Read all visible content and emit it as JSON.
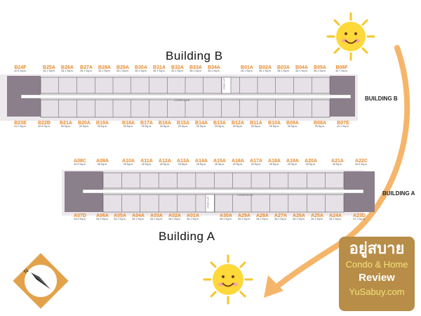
{
  "building_b": {
    "title": "Building B",
    "side_label": "BUILDING B",
    "corridor": "CORRIDOR",
    "lift": "STAIR / LIFT",
    "top_units": [
      {
        "name": "B24F",
        "size": "42.9 Sq.m."
      },
      {
        "name": "B25A",
        "size": "26.1 Sq.m."
      },
      {
        "name": "B26A",
        "size": "26.1 Sq.m."
      },
      {
        "name": "B27A",
        "size": "26.1 Sq.m."
      },
      {
        "name": "B28A",
        "size": "26.1 Sq.m."
      },
      {
        "name": "B29A",
        "size": "26.1 Sq.m."
      },
      {
        "name": "B30A",
        "size": "26.1 Sq.m."
      },
      {
        "name": "B31A",
        "size": "26.1 Sq.m."
      },
      {
        "name": "B32A",
        "size": "26.1 Sq.m."
      },
      {
        "name": "B33A",
        "size": "26.1 Sq.m."
      },
      {
        "name": "B34A",
        "size": "26.1 Sq.m."
      },
      {
        "name": "B01A",
        "size": "26.1 Sq.m."
      },
      {
        "name": "B02A",
        "size": "26.1 Sq.m."
      },
      {
        "name": "B03A",
        "size": "26.1 Sq.m."
      },
      {
        "name": "B04A",
        "size": "26.1 Sq.m."
      },
      {
        "name": "B05A",
        "size": "26.1 Sq.m."
      },
      {
        "name": "B06F",
        "size": "42.7 Sq.m."
      }
    ],
    "bottom_units": [
      {
        "name": "B23E",
        "size": "41.1 Sq.m."
      },
      {
        "name": "B22B",
        "size": "32.5 Sq.m."
      },
      {
        "name": "B21A",
        "size": "26 Sq.m."
      },
      {
        "name": "B20A",
        "size": "25 Sq.m."
      },
      {
        "name": "B19A",
        "size": "25 Sq.m."
      },
      {
        "name": "B18A",
        "size": "25 Sq.m."
      },
      {
        "name": "B17A",
        "size": "25 Sq.m."
      },
      {
        "name": "B16A",
        "size": "25 Sq.m."
      },
      {
        "name": "B15A",
        "size": "25 Sq.m."
      },
      {
        "name": "B14A",
        "size": "25 Sq.m."
      },
      {
        "name": "B13A",
        "size": "25 Sq.m."
      },
      {
        "name": "B12A",
        "size": "25 Sq.m."
      },
      {
        "name": "B11A",
        "size": "25 Sq.m."
      },
      {
        "name": "B10A",
        "size": "25 Sq.m."
      },
      {
        "name": "B09A",
        "size": "25 Sq.m."
      },
      {
        "name": "B08A",
        "size": "25 Sq.m."
      },
      {
        "name": "B07E",
        "size": "41.1 Sq.m."
      }
    ]
  },
  "building_a": {
    "title": "Building A",
    "side_label": "BUILDING A",
    "corridor": "CORRIDOR",
    "lift": "STAIR / LIFT",
    "top_units": [
      {
        "name": "A08C",
        "size": "42.9 Sq.m."
      },
      {
        "name": "A09A",
        "size": "26 Sq.m."
      },
      {
        "name": "A10A",
        "size": "25 Sq.m."
      },
      {
        "name": "A11A",
        "size": "25 Sq.m."
      },
      {
        "name": "A12A",
        "size": "25 Sq.m."
      },
      {
        "name": "A13A",
        "size": "25 Sq.m."
      },
      {
        "name": "A14A",
        "size": "25 Sq.m."
      },
      {
        "name": "A15A",
        "size": "25 Sq.m."
      },
      {
        "name": "A16A",
        "size": "25 Sq.m."
      },
      {
        "name": "A17A",
        "size": "25 Sq.m."
      },
      {
        "name": "A18A",
        "size": "25 Sq.m."
      },
      {
        "name": "A19A",
        "size": "25 Sq.m."
      },
      {
        "name": "A20A",
        "size": "25 Sq.m."
      },
      {
        "name": "A21A",
        "size": "25 Sq.m."
      },
      {
        "name": "A22C",
        "size": "42.9 Sq.m."
      }
    ],
    "bottom_units": [
      {
        "name": "A07D",
        "size": "44.0 Sq.m."
      },
      {
        "name": "A06A",
        "size": "26.1 Sq.m."
      },
      {
        "name": "A05A",
        "size": "26.1 Sq.m."
      },
      {
        "name": "A04A",
        "size": "26.1 Sq.m."
      },
      {
        "name": "A03A",
        "size": "26.1 Sq.m."
      },
      {
        "name": "A02A",
        "size": "26.1 Sq.m."
      },
      {
        "name": "A01A",
        "size": "26.1 Sq.m."
      },
      {
        "name": "A30A",
        "size": "26.1 Sq.m."
      },
      {
        "name": "A29A",
        "size": "26.1 Sq.m."
      },
      {
        "name": "A28A",
        "size": "26.1 Sq.m."
      },
      {
        "name": "A27A",
        "size": "26.1 Sq.m."
      },
      {
        "name": "A26A",
        "size": "26.1 Sq.m."
      },
      {
        "name": "A25A",
        "size": "26.1 Sq.m."
      },
      {
        "name": "A24A",
        "size": "26.1 Sq.m."
      },
      {
        "name": "A23D",
        "size": "47.1 Sq.m."
      }
    ]
  },
  "compass": {
    "north_label": "N",
    "icon": "compass-icon"
  },
  "sun_icon": "sun-icon",
  "logo": {
    "thai_text": "อยู่สบาย",
    "line1": "Condo & Home",
    "line2": "Review",
    "line3": "YuSabuy.com"
  },
  "colors": {
    "unit_fill": "#e6e1e6",
    "end_unit_fill": "#8c7f8c",
    "label": "#e8892b",
    "arrow": "#f5b56a",
    "logo_bg": "#b78d48"
  }
}
